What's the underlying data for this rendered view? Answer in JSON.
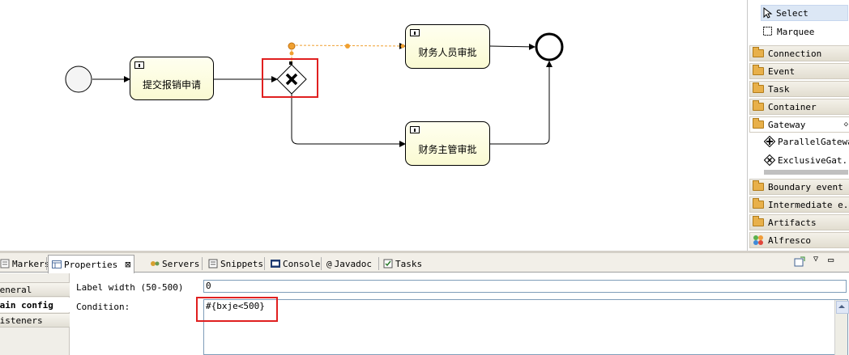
{
  "diagram": {
    "tasks": [
      {
        "label": "提交报销申请"
      },
      {
        "label": "财务人员审批"
      },
      {
        "label": "财务主管审批"
      }
    ]
  },
  "palette": {
    "tools": [
      {
        "label": "Select",
        "icon": "arrow-pointer-icon",
        "selected": true
      },
      {
        "label": "Marquee",
        "icon": "marquee-icon",
        "selected": false
      }
    ],
    "drawers": [
      "Connection",
      "Event",
      "Task",
      "Container",
      "Gateway"
    ],
    "gateway_items": [
      "ParallelGateway",
      "ExclusiveGat..."
    ],
    "drawers_after": [
      "Boundary event",
      "Intermediate e...",
      "Artifacts",
      "Alfresco"
    ]
  },
  "tabs": [
    {
      "label": "Markers",
      "icon": "markers-icon"
    },
    {
      "label": "Properties",
      "icon": "properties-icon",
      "active": true
    },
    {
      "label": "Servers",
      "icon": "servers-icon"
    },
    {
      "label": "Snippets",
      "icon": "snippets-icon"
    },
    {
      "label": "Console",
      "icon": "console-icon"
    },
    {
      "label": "Javadoc",
      "icon": "javadoc-icon"
    },
    {
      "label": "Tasks",
      "icon": "tasks-icon"
    }
  ],
  "properties": {
    "nav": [
      "General",
      "Main config",
      "Listeners"
    ],
    "label_width_label": "Label width (50-500)",
    "label_width_value": "0",
    "condition_label": "Condition:",
    "condition_value": "#{bxje<500}"
  },
  "colors": {
    "highlight": "#e02020",
    "task_fill": "#fffde6",
    "sequence_flow_selected": "#f0a030"
  }
}
